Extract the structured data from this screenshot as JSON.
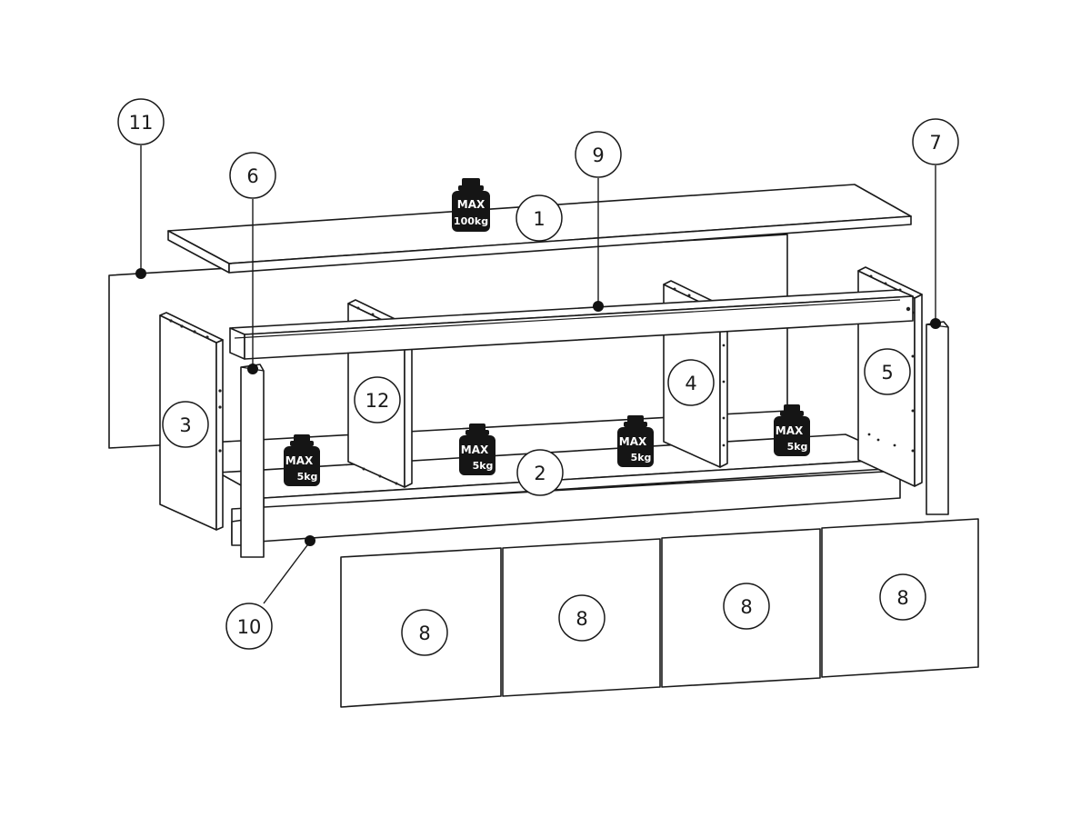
{
  "callouts": {
    "c1": "1",
    "c2": "2",
    "c3": "3",
    "c4": "4",
    "c5": "5",
    "c6": "6",
    "c7": "7",
    "c8a": "8",
    "c8b": "8",
    "c8c": "8",
    "c8d": "8",
    "c9": "9",
    "c10": "10",
    "c11": "11",
    "c12": "12"
  },
  "weights": {
    "top": {
      "label": "MAX",
      "value": "100kg"
    },
    "shelf_a": {
      "label": "MAX",
      "value": "5kg"
    },
    "shelf_b": {
      "label": "MAX",
      "value": "5kg"
    },
    "shelf_c": {
      "label": "MAX",
      "value": "5kg"
    },
    "shelf_d": {
      "label": "MAX",
      "value": "5kg"
    }
  }
}
